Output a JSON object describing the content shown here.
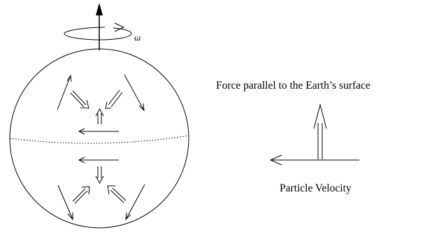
{
  "diagram": {
    "omega_label": "ω",
    "force_label": "Force parallel to the Earth’s surface",
    "velocity_label": "Particle Velocity"
  },
  "colors": {
    "ink": "#000000",
    "background": "#ffffff"
  }
}
